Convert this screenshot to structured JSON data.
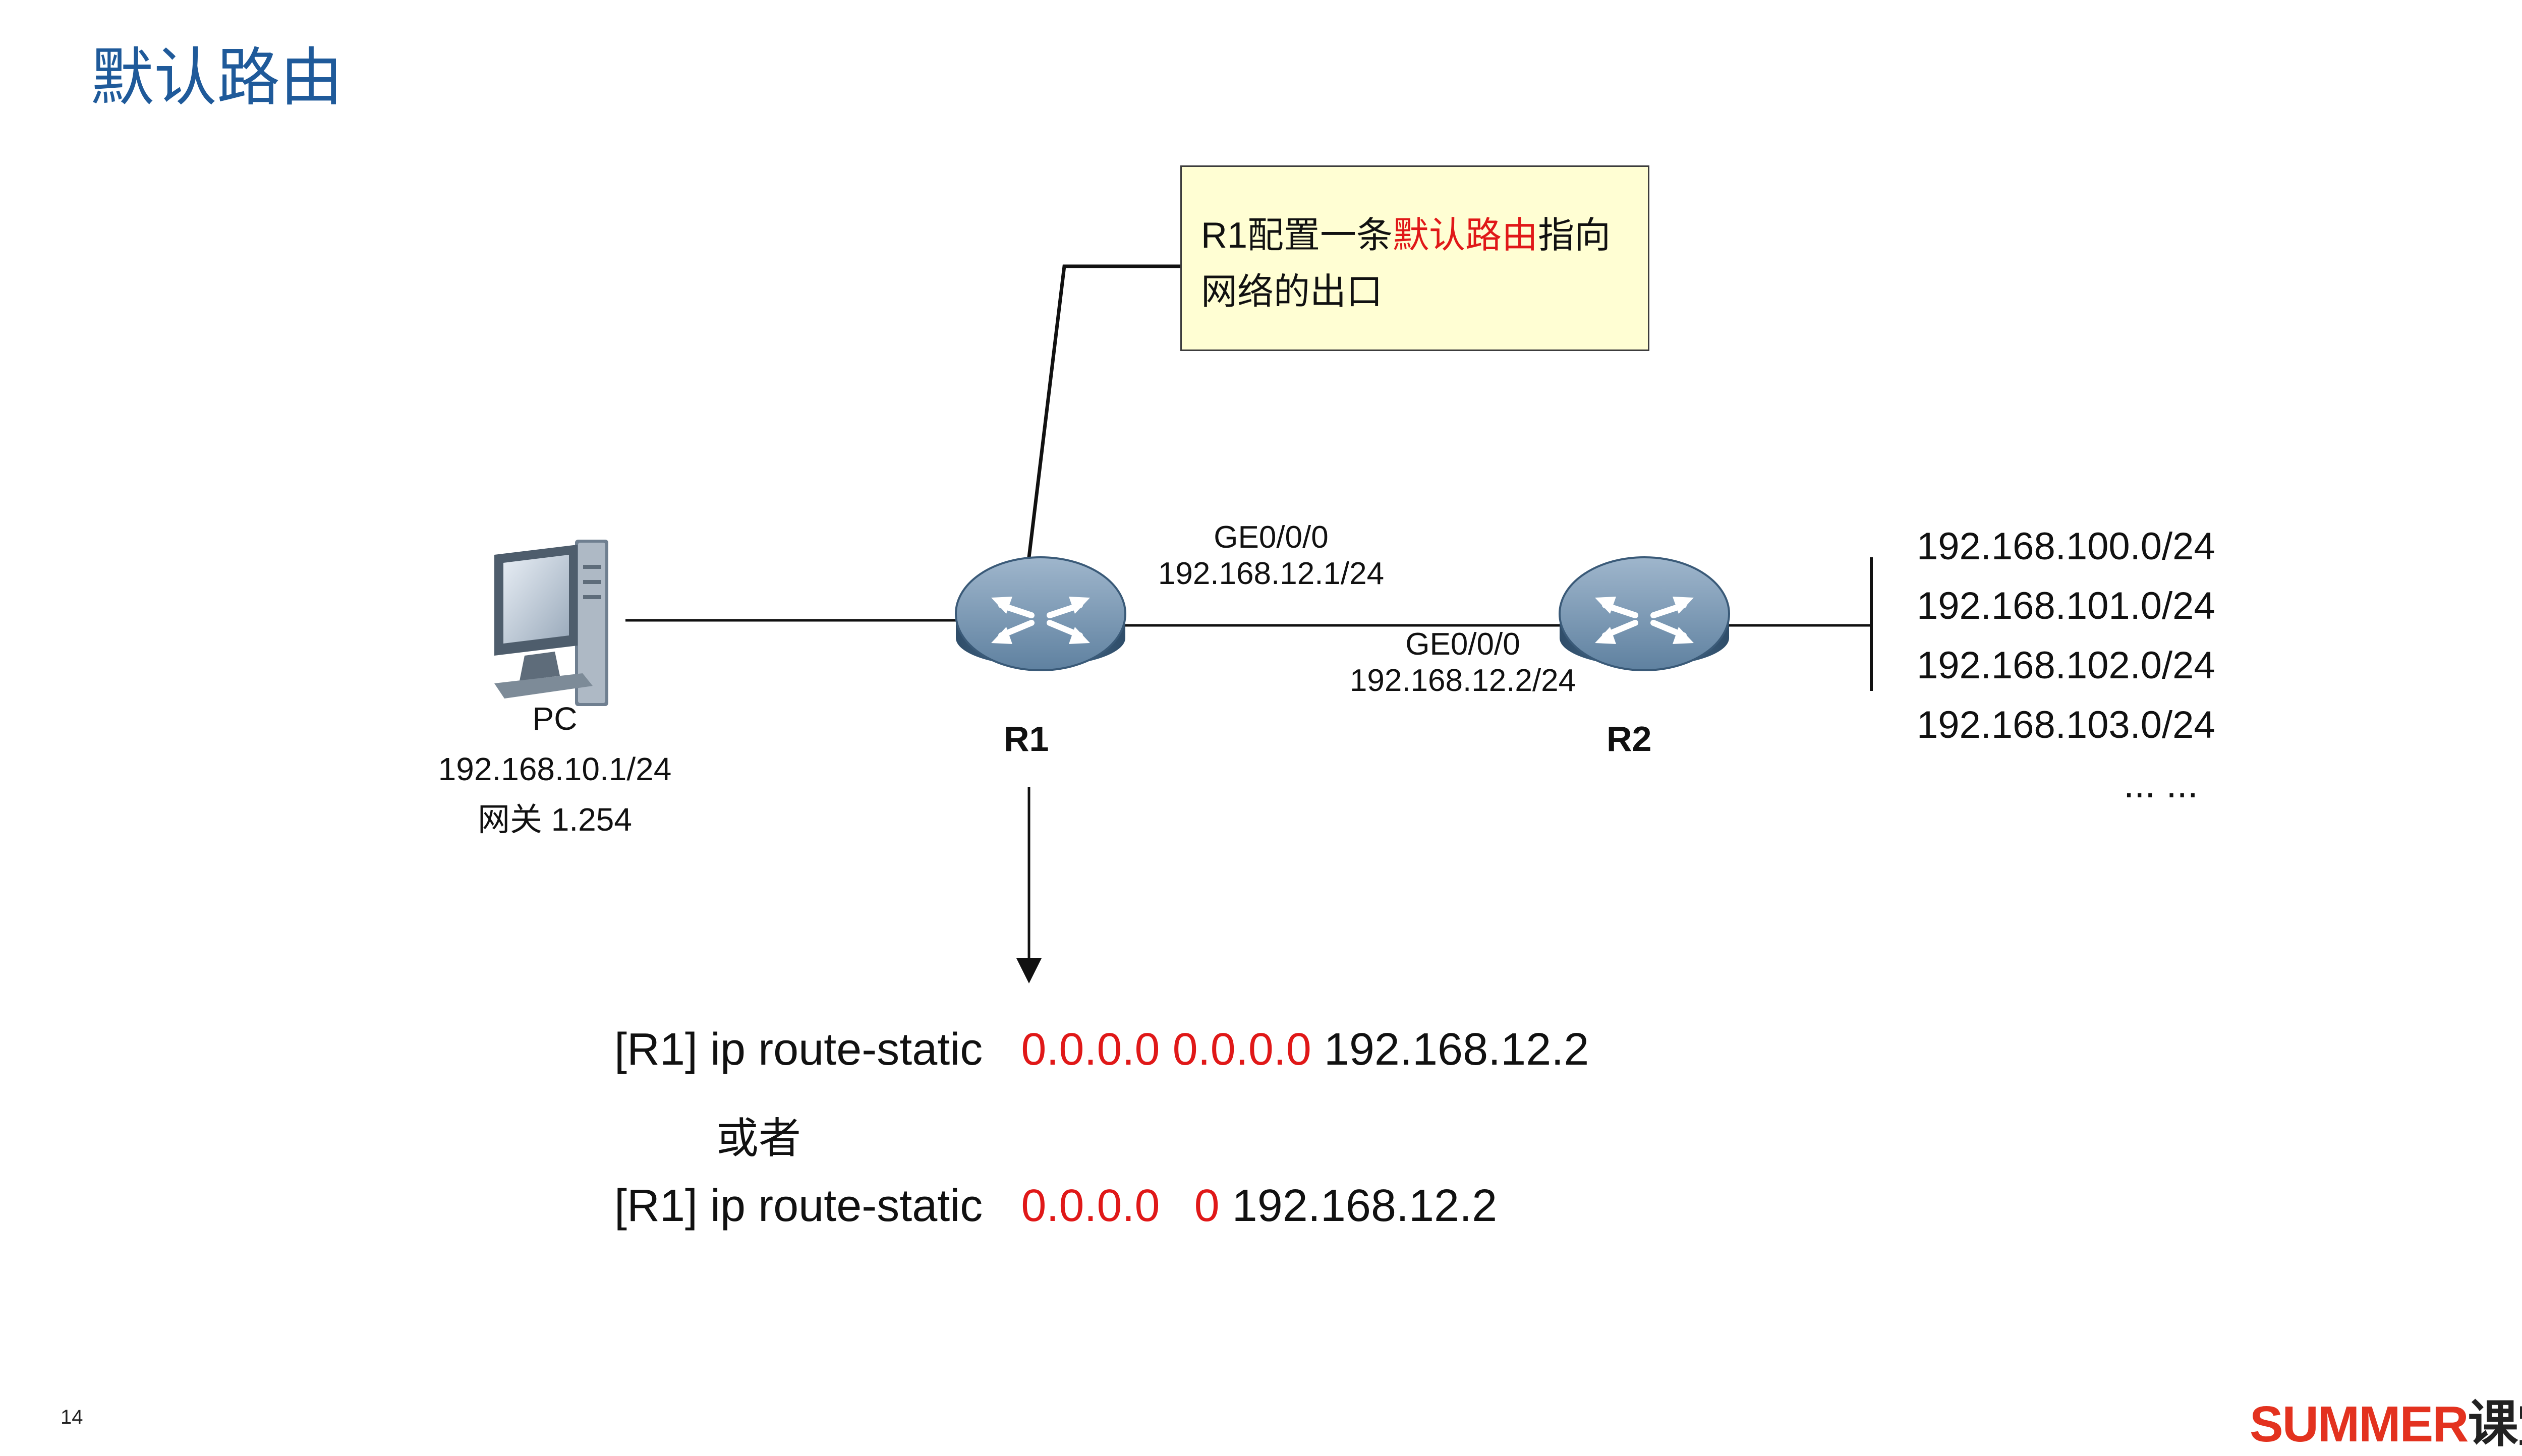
{
  "slide": {
    "title": "默认路由",
    "page_number": "14"
  },
  "callout": {
    "prefix": "R1配置一条",
    "highlight": "默认路由",
    "suffix_line1": "指向",
    "line2": "网络的出口"
  },
  "pc": {
    "name": "PC",
    "ip": "192.168.10.1/24",
    "gateway": "网关 1.254"
  },
  "r1": {
    "name": "R1",
    "interface": "GE0/0/0",
    "ip": "192.168.12.1/24"
  },
  "r2": {
    "name": "R2",
    "interface": "GE0/0/0",
    "ip": "192.168.12.2/24"
  },
  "networks": [
    "192.168.100.0/24",
    "192.168.101.0/24",
    "192.168.102.0/24",
    "192.168.103.0/24",
    "... ..."
  ],
  "commands": {
    "line1": {
      "prefix": "[R1] ip route-static",
      "dest": "0.0.0.0",
      "mask": "0.0.0.0",
      "next_hop": "192.168.12.2"
    },
    "or_text": "或者",
    "line2": {
      "prefix": "[R1] ip route-static",
      "dest": "0.0.0.0",
      "mask": "0",
      "next_hop": "192.168.12.2"
    }
  },
  "colors": {
    "title": "#1f5a9a",
    "highlight": "#e01818",
    "callout_bg": "#fffed3",
    "router_body": "#4a6e8f",
    "logo": "#e3321f"
  },
  "logo": {
    "brand": "SUMMER",
    "cn": "课堂"
  }
}
